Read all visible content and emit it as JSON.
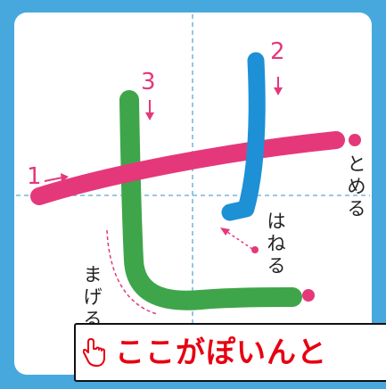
{
  "steps": [
    {
      "number": "1",
      "stroke": "horizontal"
    },
    {
      "number": "2",
      "stroke": "vertical-hook"
    },
    {
      "number": "3",
      "stroke": "bend"
    }
  ],
  "labels": {
    "tome": "とめる",
    "hane": "はねる",
    "mage": "まげる"
  },
  "callout": {
    "text": "ここがぽいんと",
    "icon": "pointing-hand-icon"
  },
  "colors": {
    "frame": "#47a8dd",
    "guide": "#5aa7d8",
    "stroke1": "#e5387b",
    "stroke2": "#1e90d6",
    "stroke3": "#3fa54a",
    "marker": "#e5387b",
    "callout_text": "#e60012"
  }
}
